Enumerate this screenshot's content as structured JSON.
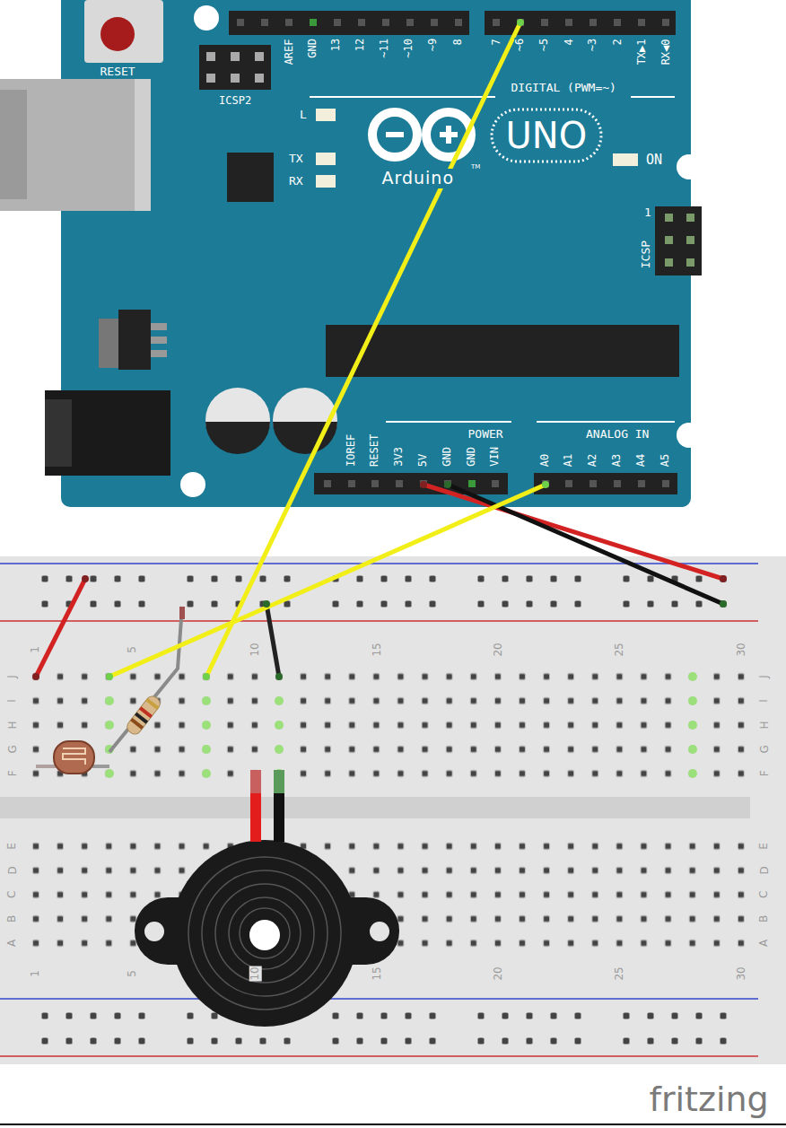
{
  "diagram": {
    "labels": [
      "RESET",
      "ICSP2",
      "AREF",
      "GND",
      "13",
      "12",
      "~11",
      "~10",
      "~9",
      "8",
      "7",
      "~6",
      "~5",
      "4",
      "~3",
      "2",
      "TX▶1",
      "RX◀0",
      "DIGITAL (PWM=~)",
      "L",
      "TX",
      "RX",
      "Arduino",
      "TM",
      "UNO",
      "ON",
      "1",
      "ICSP",
      "IOREF",
      "RESET",
      "3V3",
      "5V",
      "GND",
      "GND",
      "VIN",
      "POWER",
      "ANALOG IN",
      "A0",
      "A1",
      "A2",
      "A3",
      "A4",
      "A5",
      "1",
      "5",
      "10",
      "15",
      "20",
      "25",
      "30",
      "J",
      "I",
      "H",
      "G",
      "F",
      "J",
      "I",
      "H",
      "G",
      "F",
      "E",
      "D",
      "C",
      "B",
      "A",
      "E",
      "D",
      "C",
      "B",
      "A",
      "1",
      "5",
      "10",
      "15",
      "20",
      "25",
      "30",
      "fritzing"
    ]
  }
}
